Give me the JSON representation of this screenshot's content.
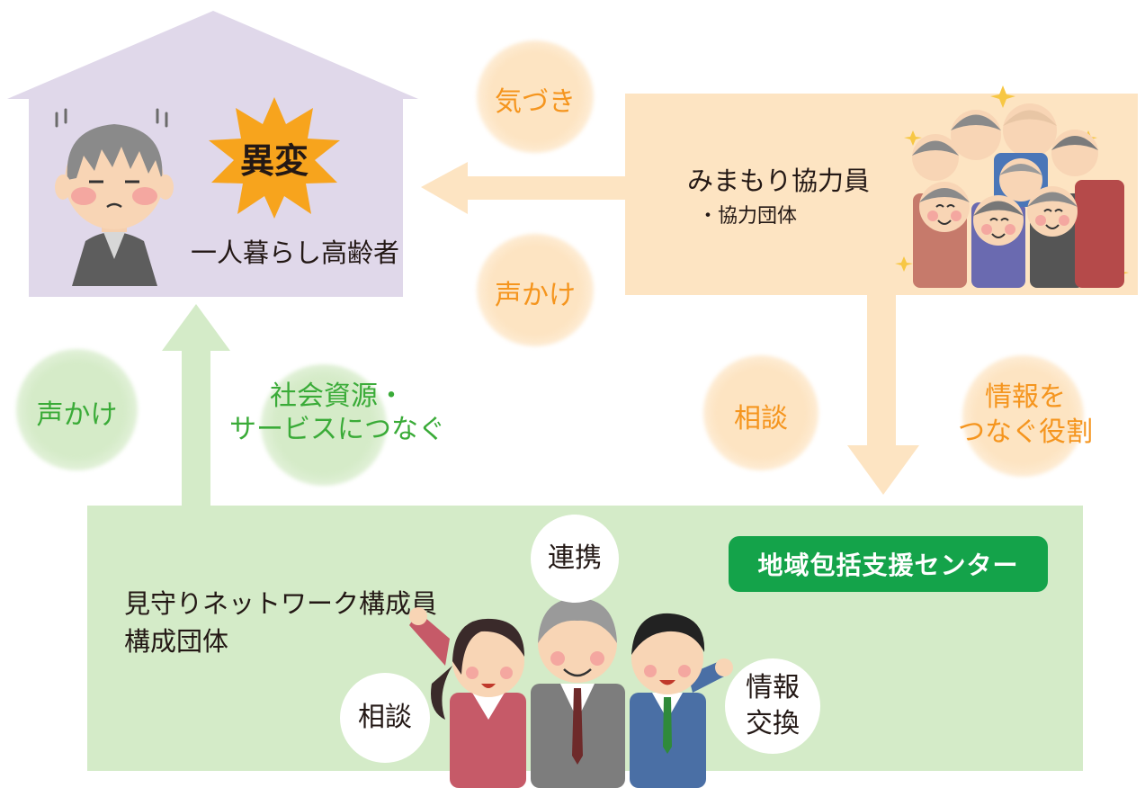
{
  "house": {
    "label": "一人暮らし高齢者",
    "alert": "異変"
  },
  "supporters": {
    "title": "みまもり協力員",
    "subtitle": "・協力団体"
  },
  "network": {
    "line1": "見守りネットワーク構成員",
    "line2": "構成団体",
    "center": "地域包括支援センター"
  },
  "flows": {
    "notice": "気づき",
    "call_out_top": "声かけ",
    "call_out_left": "声かけ",
    "connect_line1": "社会資源・",
    "connect_line2": "サービスにつなぐ",
    "consult_right": "相談",
    "info_line1": "情報を",
    "info_line2": "つなぐ役割"
  },
  "staff_bubbles": {
    "cooperation": "連携",
    "consult": "相談",
    "info_line1": "情報",
    "info_line2": "交換"
  },
  "colors": {
    "house": "#e0d8ea",
    "orange_panel": "#fde4c2",
    "green_panel": "#d4ebc8",
    "orange_text": "#f5951e",
    "green_text": "#3aab38",
    "badge": "#14a34a",
    "star": "#f7a41d"
  }
}
